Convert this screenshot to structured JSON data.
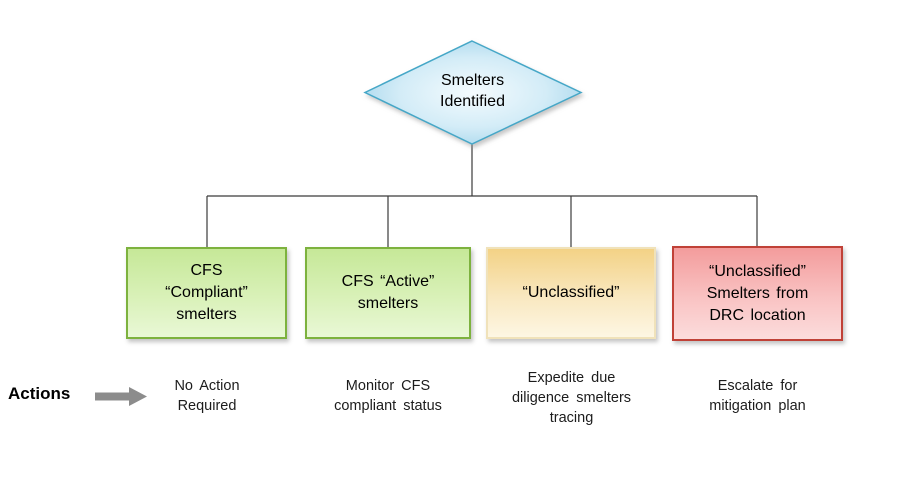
{
  "diamond": {
    "label_lines": [
      "Smelters",
      "Identified"
    ],
    "fill_center": "#f4fbfe",
    "fill_edge": "#9ed2ea",
    "border_color": "#45a7c7"
  },
  "boxes": [
    {
      "id": "cfs-compliant-smelters",
      "lines": [
        "CFS",
        "“Compliant”",
        "smelters"
      ],
      "fill_top": "#c6e898",
      "fill_bottom": "#e9f8d6",
      "border_color": "#7db23e"
    },
    {
      "id": "cfs-active-smelters",
      "lines": [
        "CFS “Active”",
        "smelters"
      ],
      "fill_top": "#c6e898",
      "fill_bottom": "#e9f8d6",
      "border_color": "#7db23e"
    },
    {
      "id": "unclassified-smelters",
      "lines": [
        "“Unclassified”"
      ],
      "fill_top": "#f3d286",
      "fill_bottom": "#fdf6e3",
      "border_color": "#f0e2ba"
    },
    {
      "id": "unclassified-drc-smelters",
      "lines": [
        "“Unclassified”",
        "Smelters from",
        "DRC location"
      ],
      "fill_top": "#f39c9c",
      "fill_bottom": "#fcdcdc",
      "border_color": "#c04137"
    }
  ],
  "actions": {
    "label": "Actions",
    "arrow_color": "#8c8c8c",
    "items": [
      {
        "lines": [
          "No Action",
          "Required"
        ]
      },
      {
        "lines": [
          "Monitor CFS",
          "compliant status"
        ]
      },
      {
        "lines": [
          "Expedite due",
          "diligence smelters",
          "tracing"
        ]
      },
      {
        "lines": [
          "Escalate for",
          "mitigation plan"
        ]
      }
    ]
  },
  "connector_color": "#3b3b3b"
}
